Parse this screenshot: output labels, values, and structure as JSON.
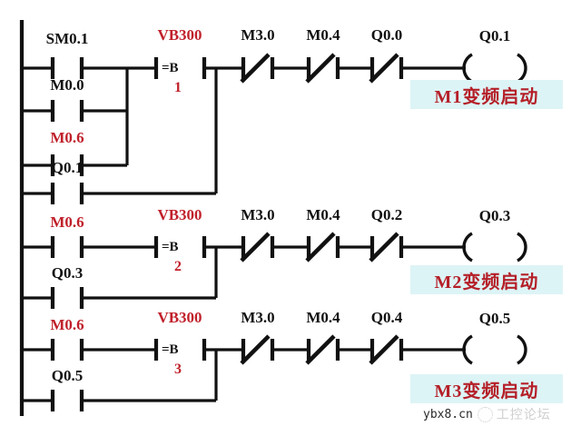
{
  "diagram": {
    "type": "plc-ladder-logic",
    "title_visible": false,
    "colors": {
      "wire": "#111111",
      "label_default": "#111111",
      "label_highlight": "#c0202a",
      "annotation_text": "#b51f28",
      "annotation_background": "#ddf4f6",
      "page_background": "#ffffff"
    },
    "rungs": [
      {
        "id": "rung-1",
        "inputs_parallel": [
          {
            "label": "SM0.1",
            "type": "contact-no",
            "color": "dark"
          },
          {
            "label": "M0.0",
            "type": "contact-no",
            "color": "dark"
          },
          {
            "label": "M0.6",
            "type": "contact-no",
            "color": "red"
          }
        ],
        "latch_branch": {
          "label": "Q0.1",
          "type": "contact-no",
          "color": "dark"
        },
        "compare": {
          "label": "VB300",
          "operator": "=B",
          "value": "1",
          "type": "compare-contact"
        },
        "series": [
          {
            "label": "M3.0",
            "type": "contact-nc",
            "color": "dark"
          },
          {
            "label": "M0.4",
            "type": "contact-nc",
            "color": "dark"
          },
          {
            "label": "Q0.0",
            "type": "contact-nc",
            "color": "dark"
          }
        ],
        "output": {
          "label": "Q0.1",
          "type": "coil"
        },
        "annotation": "M1变频启动"
      },
      {
        "id": "rung-2",
        "inputs_parallel": [
          {
            "label": "M0.6",
            "type": "contact-no",
            "color": "red"
          }
        ],
        "latch_branch": {
          "label": "Q0.3",
          "type": "contact-no",
          "color": "dark"
        },
        "compare": {
          "label": "VB300",
          "operator": "=B",
          "value": "2",
          "type": "compare-contact"
        },
        "series": [
          {
            "label": "M3.0",
            "type": "contact-nc",
            "color": "dark"
          },
          {
            "label": "M0.4",
            "type": "contact-nc",
            "color": "dark"
          },
          {
            "label": "Q0.2",
            "type": "contact-nc",
            "color": "dark"
          }
        ],
        "output": {
          "label": "Q0.3",
          "type": "coil"
        },
        "annotation": "M2变频启动"
      },
      {
        "id": "rung-3",
        "inputs_parallel": [
          {
            "label": "M0.6",
            "type": "contact-no",
            "color": "red"
          }
        ],
        "latch_branch": {
          "label": "Q0.5",
          "type": "contact-no",
          "color": "dark"
        },
        "compare": {
          "label": "VB300",
          "operator": "=B",
          "value": "3",
          "type": "compare-contact"
        },
        "series": [
          {
            "label": "M3.0",
            "type": "contact-nc",
            "color": "dark"
          },
          {
            "label": "M0.4",
            "type": "contact-nc",
            "color": "dark"
          },
          {
            "label": "Q0.4",
            "type": "contact-nc",
            "color": "dark"
          }
        ],
        "output": {
          "label": "Q0.5",
          "type": "coil"
        },
        "annotation": "M3变频启动"
      }
    ]
  },
  "watermark": {
    "site": "ybx8.cn",
    "logo_icon": "circle-logo-icon",
    "forum": "工控论坛"
  }
}
